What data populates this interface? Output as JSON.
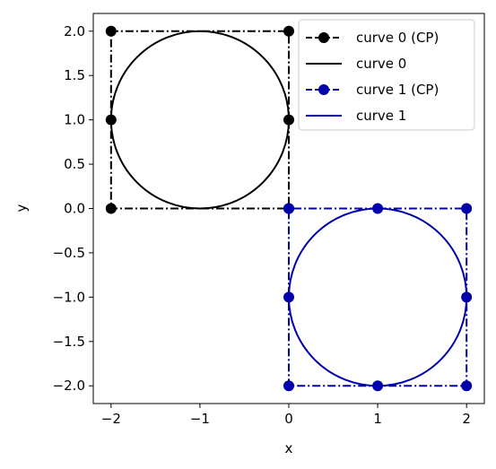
{
  "chart_data": {
    "type": "line",
    "title": "",
    "xlabel": "x",
    "ylabel": "y",
    "xlim": [
      -2.2,
      2.2
    ],
    "ylim": [
      -2.2,
      2.2
    ],
    "xticks": [
      -2,
      -1,
      0,
      1,
      2
    ],
    "xtick_labels": [
      "−2",
      "−1",
      "0",
      "1",
      "2"
    ],
    "yticks": [
      2.0,
      1.5,
      1.0,
      0.5,
      0.0,
      -0.5,
      -1.0,
      -1.5,
      -2.0
    ],
    "ytick_labels": [
      "2.0",
      "1.5",
      "1.0",
      "0.5",
      "0.0",
      "−0.5",
      "−1.0",
      "−1.5",
      "−2.0"
    ],
    "grid": false,
    "legend_position": "top-right",
    "series": [
      {
        "name": "curve 0 (CP)",
        "kind": "control-polygon",
        "color": "#000000",
        "line_style": "dash-dot",
        "marker": "circle",
        "points": [
          [
            0,
            1
          ],
          [
            0,
            2
          ],
          [
            -2,
            2
          ],
          [
            -2,
            1
          ],
          [
            -2,
            0
          ],
          [
            0,
            0
          ],
          [
            0,
            1
          ]
        ]
      },
      {
        "name": "curve 0",
        "kind": "circle",
        "color": "#000000",
        "line_style": "solid",
        "center": [
          -1,
          1
        ],
        "radius": 1
      },
      {
        "name": "curve 1 (CP)",
        "kind": "control-polygon",
        "color": "#0000aa",
        "line_style": "dash-dot",
        "marker": "circle",
        "points": [
          [
            1,
            0
          ],
          [
            0,
            0
          ],
          [
            0,
            -1
          ],
          [
            0,
            -2
          ],
          [
            1,
            -2
          ],
          [
            2,
            -2
          ],
          [
            2,
            -1
          ],
          [
            2,
            0
          ],
          [
            1,
            0
          ]
        ]
      },
      {
        "name": "curve 1",
        "kind": "circle",
        "color": "#0000aa",
        "line_style": "solid",
        "center": [
          1,
          -1
        ],
        "radius": 1
      }
    ],
    "legend": [
      {
        "label": "curve 0 (CP)",
        "color": "#000000",
        "style": "dashed-marker"
      },
      {
        "label": "curve 0",
        "color": "#000000",
        "style": "solid"
      },
      {
        "label": "curve 1 (CP)",
        "color": "#0000aa",
        "style": "dashed-marker"
      },
      {
        "label": "curve 1",
        "color": "#0000aa",
        "style": "solid"
      }
    ]
  }
}
